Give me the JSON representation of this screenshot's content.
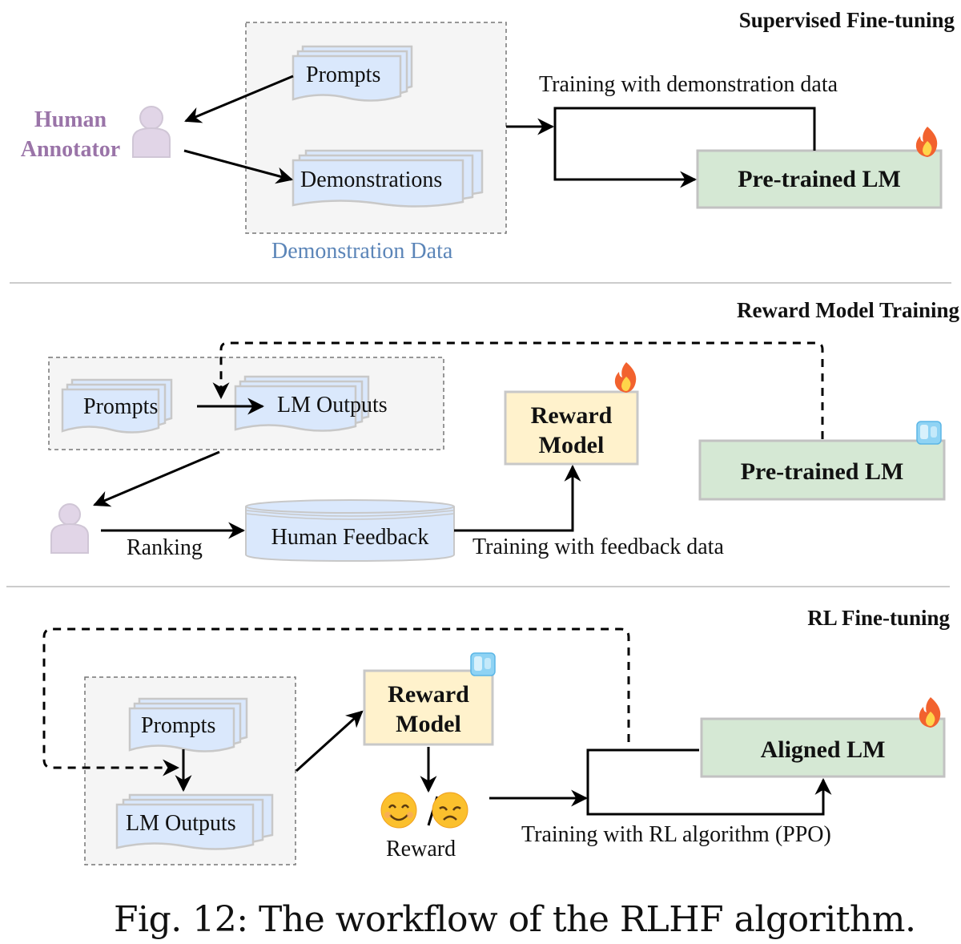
{
  "sections": {
    "sft": {
      "title": "Supervised Fine-tuning",
      "annotator_label": "Human Annotator",
      "data_items": [
        "Prompts",
        "Demonstrations"
      ],
      "data_group_caption": "Demonstration Data",
      "edge_label": "Training with demonstration data",
      "model": {
        "label": "Pre-trained LM",
        "status": "trainable",
        "status_icon": "fire-icon"
      }
    },
    "rm": {
      "title": "Reward Model Training",
      "data_items": [
        "Prompts",
        "LM Outputs"
      ],
      "reward_model": {
        "label_line1": "Reward",
        "label_line2": "Model",
        "status": "trainable",
        "status_icon": "fire-icon"
      },
      "frozen_model": {
        "label": "Pre-trained LM",
        "status": "frozen",
        "status_icon": "ice-icon"
      },
      "ranking_label": "Ranking",
      "feedback_store": "Human Feedback",
      "edge_label": "Training with feedback data"
    },
    "rl": {
      "title": "RL Fine-tuning",
      "data_items": [
        "Prompts",
        "LM Outputs"
      ],
      "reward_model": {
        "label_line1": "Reward",
        "label_line2": "Model",
        "status": "frozen",
        "status_icon": "ice-icon"
      },
      "reward_label": "Reward",
      "reward_separator": "/",
      "aligned_model": {
        "label": "Aligned LM",
        "status": "trainable",
        "status_icon": "fire-icon"
      },
      "edge_label": "Training with RL algorithm (PPO)"
    }
  },
  "colors": {
    "data_fill": "#dae8fc",
    "model_fill": "#d5e8d4",
    "reward_fill": "#fff2cc",
    "person_fill": "#e1d5e7",
    "annotator_text": "#9a74a8",
    "group_caption_text": "#5b85b8",
    "group_bg": "#f5f5f5"
  },
  "caption": "Fig. 12: The workflow of the RLHF algorithm."
}
